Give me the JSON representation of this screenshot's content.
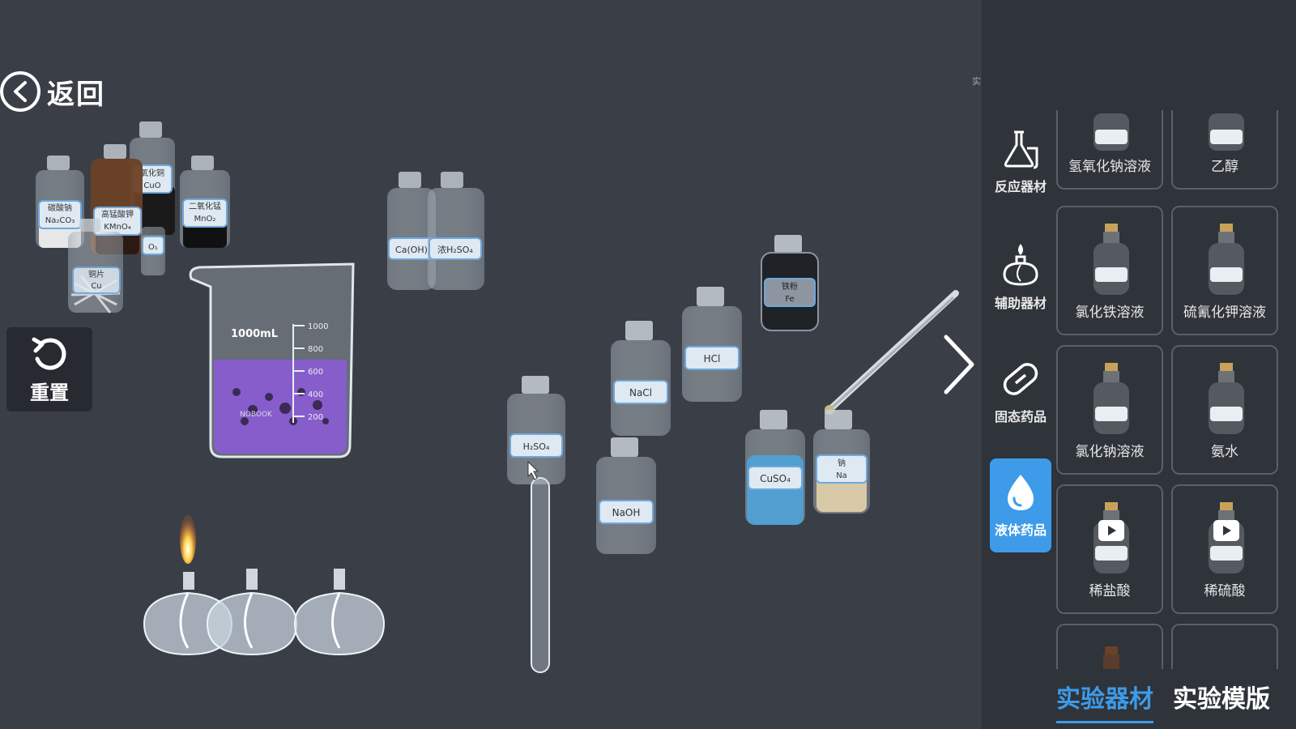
{
  "header": {
    "back_label": "返回"
  },
  "controls": {
    "reset_label": "重置"
  },
  "stage": {
    "left_group_labels": {
      "b1": "碳酸钠",
      "b1f": "Na₂CO₃",
      "b2": "氧化铜",
      "b2f": "CuO",
      "b3": "高锰酸钾",
      "b3f": "KMnO₄",
      "b4": "二氧化锰",
      "b4f": "MnO₂",
      "b5": "铜片",
      "b5f": "Cu",
      "b6": "O₁"
    },
    "beaker": {
      "volume_label": "1000mL",
      "ticks": [
        "1000",
        "800",
        "600",
        "400",
        "200"
      ],
      "brand": "NOBOOK"
    },
    "bottles": {
      "caoh": "Ca(OH)",
      "h2so4c": "浓H₂SO₄",
      "h2so4": "H₂SO₄",
      "nacl": "NaCl",
      "hcl": "HCl",
      "fe_name": "铁粉",
      "fe": "Fe",
      "naoh": "NaOH",
      "cuso4": "CuSO₄",
      "na_name": "钠",
      "na": "Na"
    },
    "side_mark": "实"
  },
  "categories": [
    {
      "label": "反应器材",
      "icon": "flask-icon"
    },
    {
      "label": "辅助器材",
      "icon": "lamp-icon"
    },
    {
      "label": "固态药品",
      "icon": "pill-icon"
    },
    {
      "label": "液体药品",
      "icon": "droplet-icon",
      "active": true
    }
  ],
  "reagents": [
    {
      "label": "氢氧化钠溶液"
    },
    {
      "label": "乙醇"
    },
    {
      "label": "氯化铁溶液"
    },
    {
      "label": "硫氰化钾溶液"
    },
    {
      "label": "氯化钠溶液"
    },
    {
      "label": "氨水"
    },
    {
      "label": "稀盐酸",
      "video": true
    },
    {
      "label": "稀硫酸",
      "video": true
    }
  ],
  "tabs": [
    {
      "label": "实验器材",
      "active": true
    },
    {
      "label": "实验模版"
    }
  ],
  "colors": {
    "accent": "#3d9be9",
    "background": "#3a3f47",
    "panel": "#2f333a"
  }
}
